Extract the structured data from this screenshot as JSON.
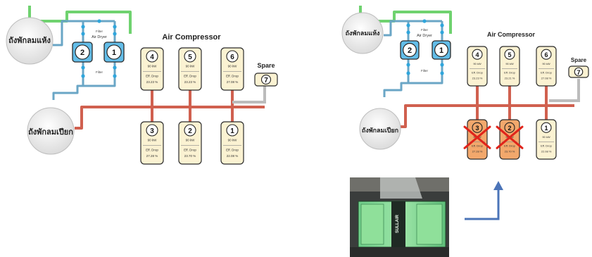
{
  "left_diagram": {
    "title": "Air Compressor",
    "tank_dry": "ถังพักลมแห้ง",
    "tank_wet": "ถังพักลมเปียก",
    "dryer_top_label": "Filter",
    "dryer_label": "Air Dryer",
    "dryer_bottom_label": "Filter",
    "dryer_1": "1",
    "dryer_2": "2",
    "spare_label": "Spare",
    "spare_number": "7",
    "compressors": [
      {
        "num": "4",
        "kw": "90 kW",
        "eff_label": "Eff. Drop",
        "eff_value": "23.23 %"
      },
      {
        "num": "5",
        "kw": "90 kW",
        "eff_label": "Eff. Drop",
        "eff_value": "23.23 %"
      },
      {
        "num": "6",
        "kw": "90 kW",
        "eff_label": "Eff. Drop",
        "eff_value": "27.08 %"
      },
      {
        "num": "3",
        "kw": "90 kW",
        "eff_label": "Eff. Drop",
        "eff_value": "27.28 %"
      },
      {
        "num": "2",
        "kw": "90 kW",
        "eff_label": "Eff. Drop",
        "eff_value": "23.70 %"
      },
      {
        "num": "1",
        "kw": "90 kW",
        "eff_label": "Eff. Drop",
        "eff_value": "22.08 %"
      }
    ]
  },
  "right_diagram": {
    "title": "Air Compressor",
    "tank_dry": "ถังพักลมแห้ง",
    "tank_wet": "ถังพักลมเปียก",
    "dryer_top_label": "Filter",
    "dryer_label": "Air Dryer",
    "dryer_bottom_label": "Filter",
    "dryer_1": "1",
    "dryer_2": "2",
    "spare_label": "Spare",
    "spare_number": "7",
    "compressors": [
      {
        "num": "4",
        "kw": "90 kW",
        "eff_label": "Eff. Drop",
        "eff_value": "23.23 %",
        "removed": false
      },
      {
        "num": "5",
        "kw": "90 kW",
        "eff_label": "Eff. Drop",
        "eff_value": "23.21 %",
        "removed": false
      },
      {
        "num": "6",
        "kw": "90 kW",
        "eff_label": "Eff. Drop",
        "eff_value": "27.08 %",
        "removed": false
      },
      {
        "num": "3",
        "kw": "90 kW",
        "eff_label": "Eff. Drop",
        "eff_value": "27.28 %",
        "removed": true
      },
      {
        "num": "2",
        "kw": "90 kW",
        "eff_label": "Eff. Drop",
        "eff_value": "23.70 %",
        "removed": true
      },
      {
        "num": "1",
        "kw": "90 kW",
        "eff_label": "Eff. Drop",
        "eff_value": "22.08 %",
        "removed": false
      }
    ]
  },
  "photo": {
    "brand_text": "SULLAIR"
  },
  "colors": {
    "hot_pipe": "#d0604f",
    "dry_pipe": "#6fd26f",
    "dryer_pipe": "#6aa6c6",
    "dryer_fill": "#63bde8",
    "box_fill": "#fbf2d2",
    "removed_fill": "#f2a86c",
    "cross": "#e0241b",
    "arrow": "#4b74b8",
    "spare_pipe": "#bcbcbc",
    "tank_fill": "#eeeeee"
  }
}
